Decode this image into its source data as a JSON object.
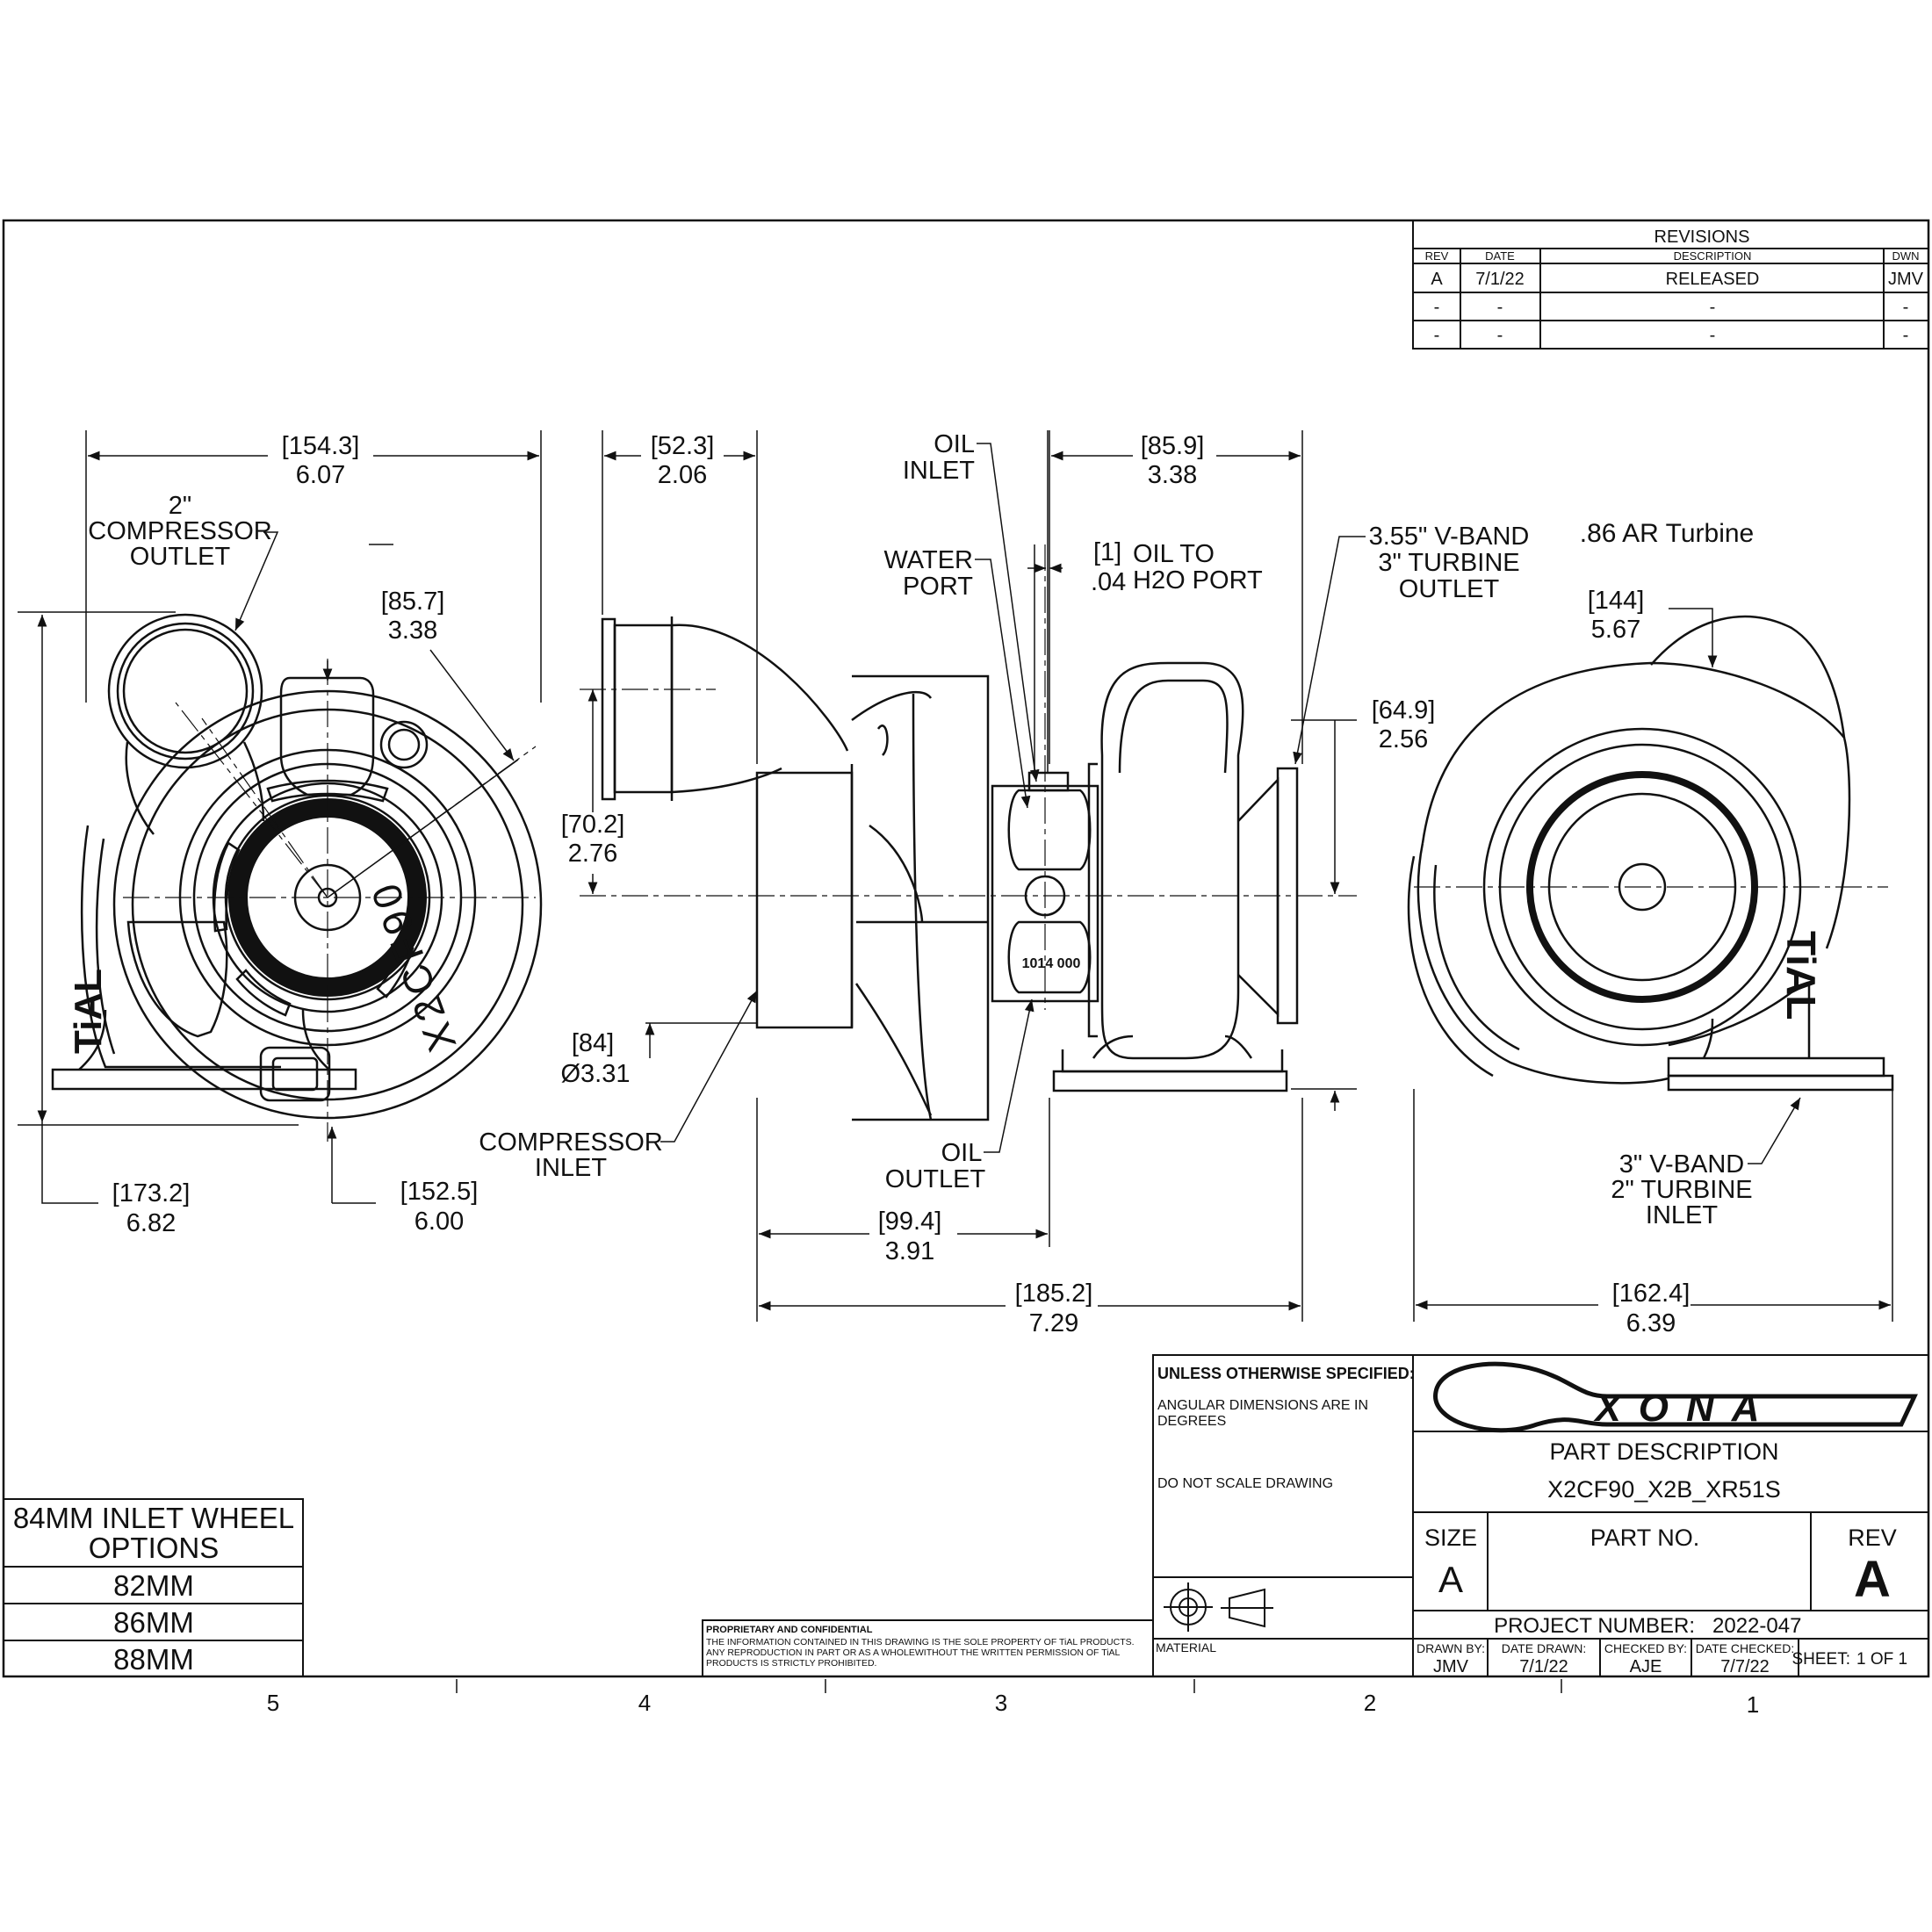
{
  "revisions": {
    "title": "REVISIONS",
    "headers": [
      "REV",
      "DATE",
      "DESCRIPTION",
      "DWN"
    ],
    "rows": [
      [
        "A",
        "7/1/22",
        "RELEASED",
        "JMV"
      ],
      [
        "-",
        "-",
        "-",
        "-"
      ],
      [
        "-",
        "-",
        "-",
        "-"
      ]
    ]
  },
  "front_view": {
    "dims": {
      "width_mm": "[154.3]",
      "width_in": "6.07",
      "diag_mm": "[85.7]",
      "diag_in": "3.38",
      "height_mm": "[173.2]",
      "height_in": "6.82",
      "bottom_mm": "[152.5]",
      "bottom_in": "6.00"
    },
    "label_compressor_outlet": [
      "2\"",
      "COMPRESSOR",
      "OUTLET"
    ],
    "housing_text": "X2CF90",
    "brand_mark": "TiAL"
  },
  "side_view": {
    "dims": {
      "inlet_len_mm": "[52.3]",
      "inlet_len_in": "2.06",
      "outlet_h_mm": "[70.2]",
      "outlet_h_in": "2.76",
      "inlet_dia_mm": "[84]",
      "inlet_dia_in": "Ø3.31",
      "oil_to_h2o_mm": "[1]",
      "oil_to_h2o_in": ".04",
      "turbine_len_mm": "[85.9]",
      "turbine_len_in": "3.38",
      "turbine_h_mm": "[64.9]",
      "turbine_h_in": "2.56",
      "comp_to_oil_mm": "[99.4]",
      "comp_to_oil_in": "3.91",
      "overall_mm": "[185.2]",
      "overall_in": "7.29"
    },
    "labels": {
      "oil_inlet": [
        "OIL",
        "INLET"
      ],
      "water_port": [
        "WATER",
        "PORT"
      ],
      "oil_to_h2o": [
        "OIL TO",
        "H2O PORT"
      ],
      "vband_outlet": [
        "3.55\" V-BAND",
        "3\" TURBINE",
        "OUTLET"
      ],
      "compressor_inlet": [
        "COMPRESSOR",
        "INLET"
      ],
      "oil_outlet": [
        "OIL",
        "OUTLET"
      ]
    },
    "center_housing_text": "1014 000"
  },
  "rear_view": {
    "title": ".86 AR Turbine",
    "dims": {
      "top_mm": "[144]",
      "top_in": "5.67",
      "width_mm": "[162.4]",
      "width_in": "6.39"
    },
    "label_vband_inlet": [
      "3\" V-BAND",
      "2\" TURBINE",
      "INLET"
    ],
    "brand_mark": "TiAL"
  },
  "wheel_options": {
    "title": [
      "84MM INLET WHEEL",
      "OPTIONS"
    ],
    "options": [
      "82MM",
      "86MM",
      "88MM"
    ]
  },
  "title_block": {
    "unless_specified": "UNLESS OTHERWISE SPECIFIED:",
    "angular_note": [
      "ANGULAR DIMENSIONS ARE IN",
      "DEGREES"
    ],
    "scale_note": "DO NOT SCALE DRAWING",
    "material_label": "MATERIAL",
    "proprietary_title": "PROPRIETARY AND CONFIDENTIAL",
    "proprietary_text": [
      "THE INFORMATION CONTAINED IN THIS DRAWING IS THE SOLE PROPERTY OF TiAL PRODUCTS.",
      "ANY REPRODUCTION IN PART OR AS A WHOLEWITHOUT THE WRITTEN PERMISSION OF TiAL",
      "PRODUCTS IS STRICTLY PROHIBITED."
    ],
    "logo": "XONA",
    "part_description_label": "PART DESCRIPTION",
    "part_description": "X2CF90_X2B_XR51S",
    "size_label": "SIZE",
    "size_value": "A",
    "part_no_label": "PART  NO.",
    "rev_label": "REV",
    "rev_value": "A",
    "project_label": "PROJECT NUMBER:",
    "project_number": "2022-047",
    "drawn_by_label": "DRAWN BY:",
    "drawn_by": "JMV",
    "date_drawn_label": "DATE DRAWN:",
    "date_drawn": "7/1/22",
    "checked_by_label": "CHECKED BY:",
    "checked_by": "AJE",
    "date_checked_label": "DATE CHECKED:",
    "date_checked": "7/7/22",
    "sheet_label": "SHEET:",
    "sheet_value": "1 OF 1"
  },
  "zones": [
    "5",
    "4",
    "3",
    "2",
    "1"
  ]
}
